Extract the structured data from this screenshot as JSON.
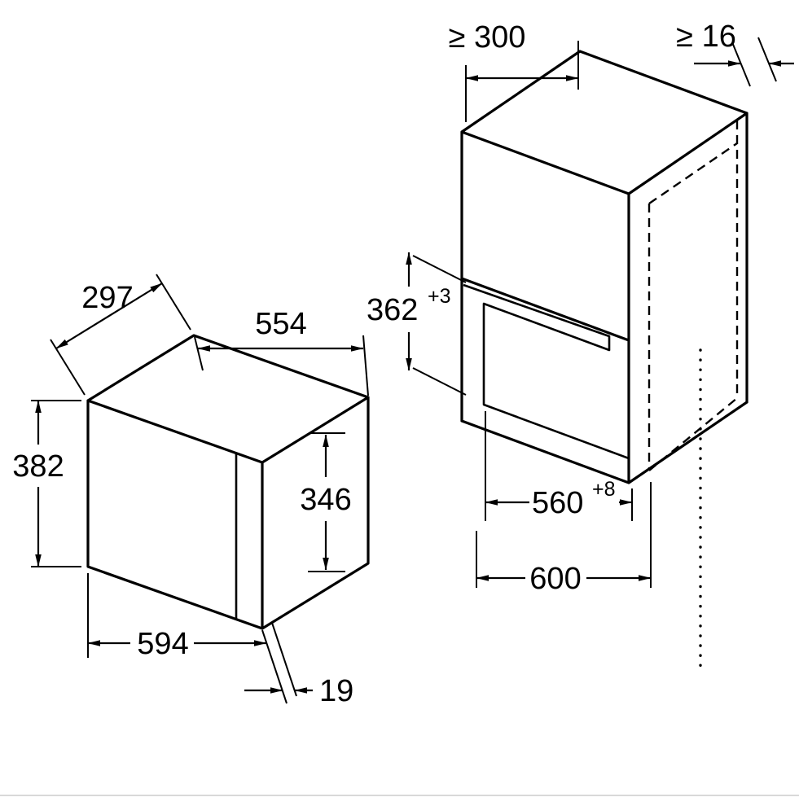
{
  "page": {
    "background_color": "#ffffff",
    "line_color": "#000000",
    "figure_type": "built-in microwave installation dimension diagram"
  },
  "appliance_dims": {
    "depth": "297",
    "width_top": "554",
    "height": "382",
    "height_front": "346",
    "width_bottom": "594",
    "door_projection": "19"
  },
  "niche_dims": {
    "depth_min": "≥ 300",
    "side_min": "≥ 16",
    "height": "362",
    "height_tolerance": "+3",
    "width": "560",
    "width_tolerance": "+8",
    "outer_width": "600"
  }
}
